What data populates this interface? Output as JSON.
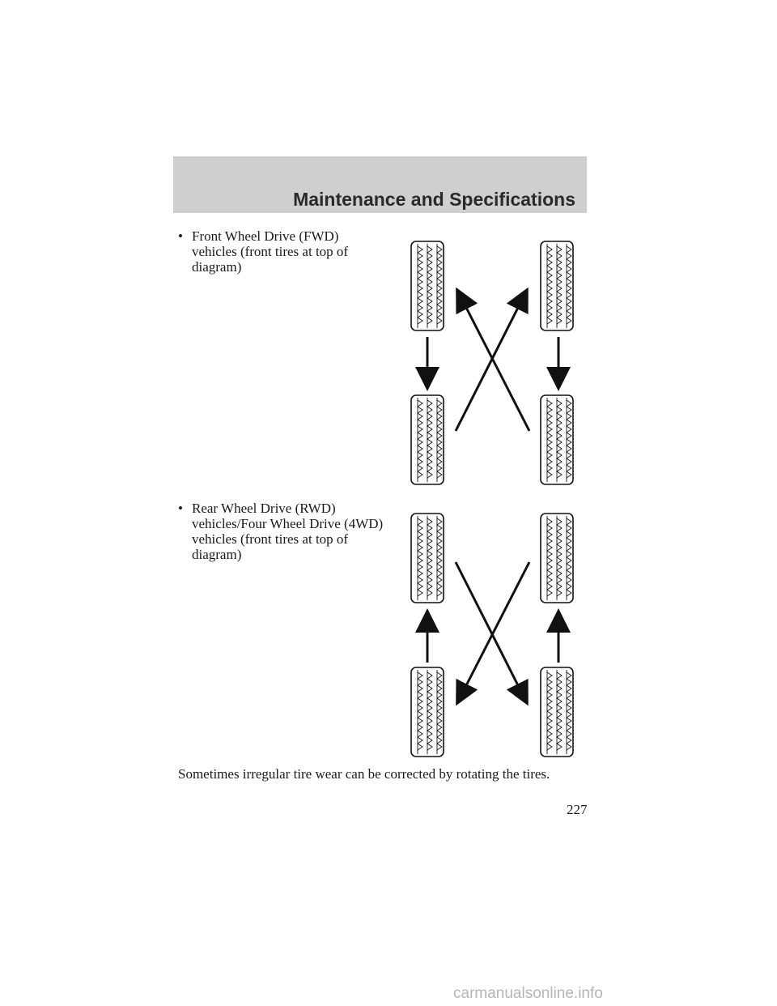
{
  "header": {
    "title": "Maintenance and Specifications"
  },
  "sections": [
    {
      "bullet": "•",
      "lines": [
        "Front Wheel Drive (FWD)",
        "vehicles (front tires at top of",
        "diagram)"
      ],
      "diagram": "fwd-rotation"
    },
    {
      "bullet": "•",
      "lines": [
        "Rear Wheel Drive (RWD)",
        "vehicles/Four Wheel Drive (4WD)",
        "vehicles (front tires at top of",
        "diagram)"
      ],
      "diagram": "rwd-4wd-rotation"
    }
  ],
  "closing": "Sometimes irregular tire wear can be corrected by rotating the tires.",
  "page_number": "227",
  "watermark": "carmanualsonline.info",
  "icons": [
    "tire-icon",
    "arrow-icon"
  ],
  "colors": {
    "header_band": "#cfcfcf",
    "ink": "#1a1a1a",
    "watermark": "#b5b5b5"
  }
}
